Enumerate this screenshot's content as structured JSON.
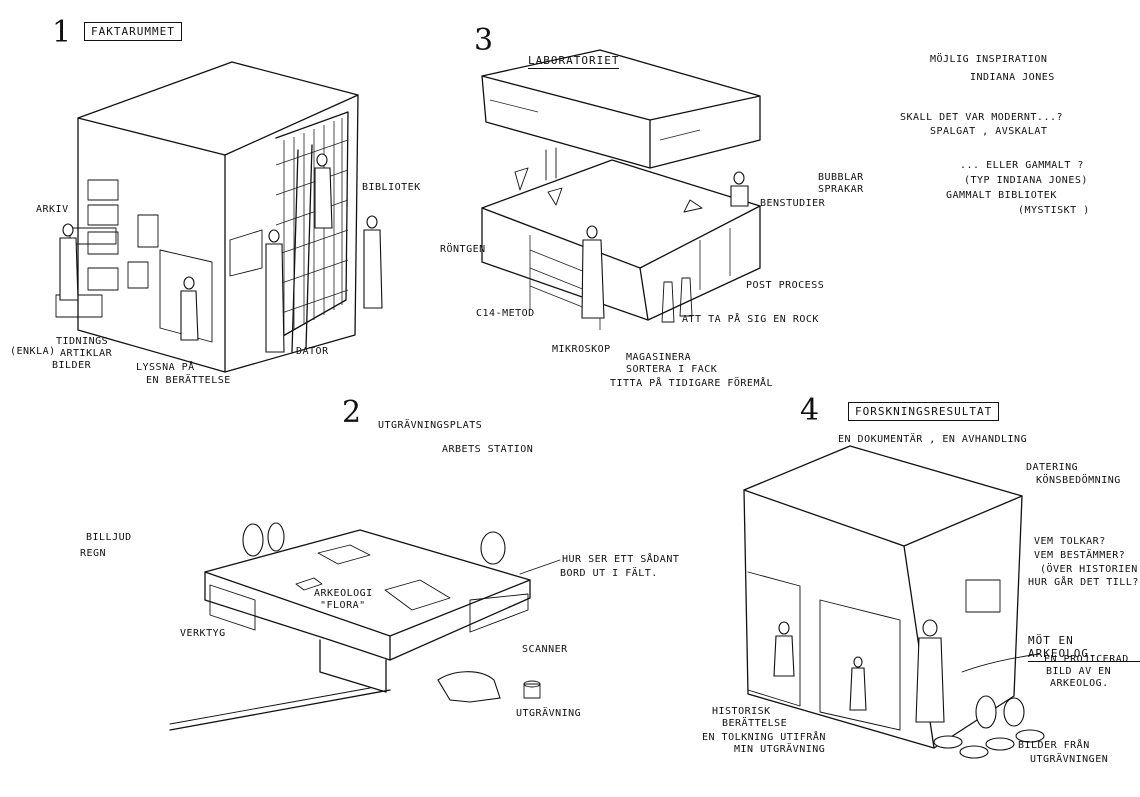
{
  "sketch1": {
    "number": "1",
    "title": "FAKTARUMMET",
    "labels": {
      "arkiv": "ARKIV",
      "bibliotek": "BIBLIOTEK",
      "dator": "DATOR",
      "lyssna_1": "LYSSNA PÅ",
      "lyssna_2": "EN BERÄTTELSE",
      "enkla": "(ENKLA)",
      "tidnings_1": "TIDNINGS",
      "tidnings_2": "ARTIKLAR",
      "tidnings_3": "BILDER"
    }
  },
  "sketch2": {
    "number": "2",
    "title_1": "UTGRÄVNINGSPLATS",
    "title_2": "ARBETS STATION",
    "labels": {
      "billjud": "BILLJUD",
      "regn": "REGN",
      "hur_1": "HUR SER ETT SÅDANT",
      "hur_2": "BORD UT I FÄLT.",
      "ark_1": "ARKEOLOGI",
      "ark_2": "\"FLORA\"",
      "verktyg": "VERKTYG",
      "scanner": "SCANNER",
      "utgravning": "UTGRÄVNING"
    }
  },
  "sketch3": {
    "number": "3",
    "title": "LABORATORIET",
    "labels": {
      "bubblar_1": "BUBBLAR",
      "bubblar_2": "SPRAKAR",
      "benstudier": "BENSTUDIER",
      "rontgen": "RÖNTGEN",
      "c14": "C14-METOD",
      "post": "POST PROCESS",
      "rock": "ATT TA PÅ SIG EN ROCK",
      "mikroskop": "MIKROSKOP",
      "mag_1": "MAGASINERA",
      "mag_2": "SORTERA I FACK",
      "titta": "TITTA PÅ TIDIGARE FÖREMÅL"
    }
  },
  "sketch4": {
    "number": "4",
    "title": "FORSKNINGSRESULTAT",
    "subtitle": "EN DOKUMENTÄR , EN AVHANDLING",
    "labels": {
      "datering_1": "DATERING",
      "datering_2": "KÖNSBEDÖMNING",
      "vem_1": "VEM TOLKAR?",
      "vem_2": "VEM BESTÄMMER?",
      "vem_3": "(ÖVER HISTORIEN...)",
      "vem_4": "HUR GÅR DET TILL?",
      "mot": "MÖT EN ARKEOLOG.",
      "proj_1": "EN PROJICERAD",
      "proj_2": "BILD AV EN",
      "proj_3": "ARKEOLOG.",
      "hist_1": "HISTORISK",
      "hist_2": "BERÄTTELSE",
      "tolk_1": "EN TOLKNING UTIFRÅN",
      "tolk_2": "MIN UTGRÄVNING",
      "bilder_1": "BILDER FRÅN",
      "bilder_2": "UTGRÄVNINGEN"
    }
  },
  "notes": {
    "mojlig": "MÖJLIG INSPIRATION",
    "indiana": "INDIANA JONES",
    "skall_1": "SKALL DET VAR MODERNT...?",
    "skall_2": "SPALGAT , AVSKALAT",
    "eller_1": "... ELLER GAMMALT ?",
    "eller_2": "(TYP INDIANA JONES)",
    "eller_3": "GAMMALT BIBLIOTEK",
    "eller_4": "(MYSTISKT )"
  }
}
